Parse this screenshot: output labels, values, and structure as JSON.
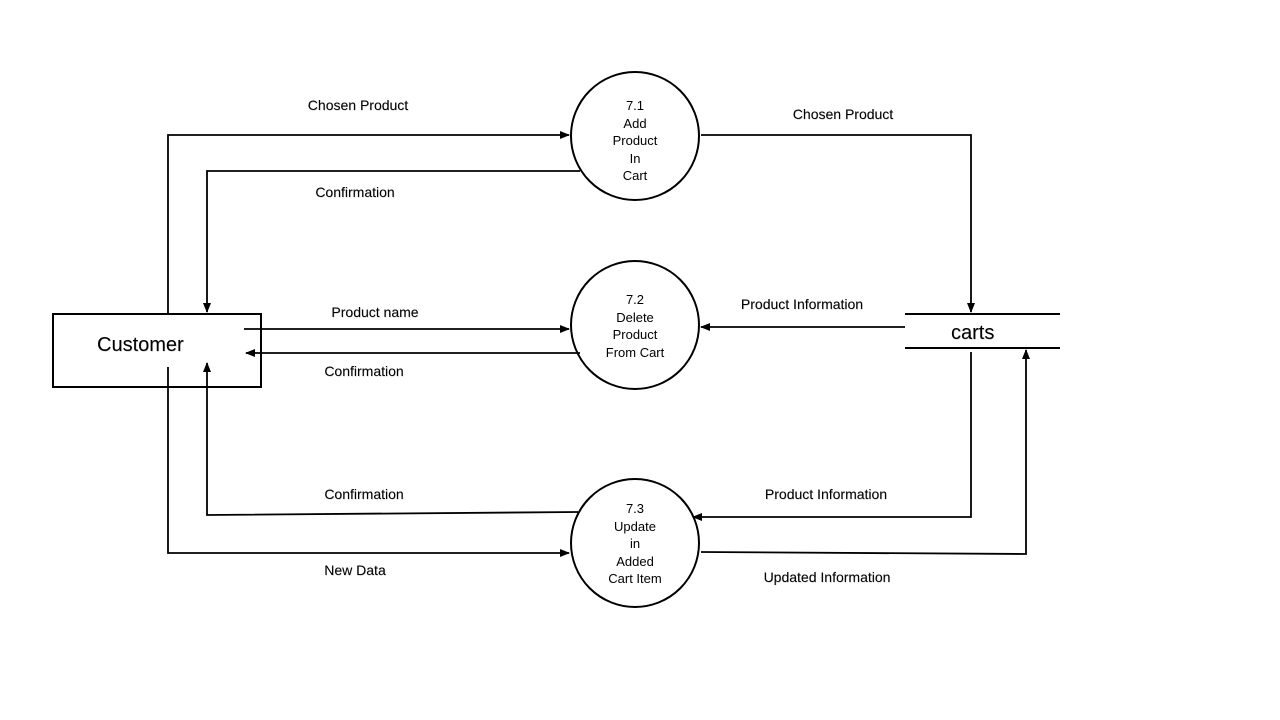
{
  "entity": {
    "name": "Customer"
  },
  "datastore": {
    "name": "carts"
  },
  "processes": [
    {
      "id": "7.1",
      "lines": [
        "Add",
        "Product",
        "In",
        "Cart"
      ]
    },
    {
      "id": "7.2",
      "lines": [
        "Delete",
        "Product",
        "From Cart"
      ]
    },
    {
      "id": "7.3",
      "lines": [
        "Update",
        "in",
        "Added",
        "Cart Item"
      ]
    }
  ],
  "flows": {
    "chosen_product_in": "Chosen Product",
    "confirmation_1": "Confirmation",
    "chosen_product_out": "Chosen Product",
    "product_name": "Product name",
    "confirmation_2": "Confirmation",
    "product_information_2": "Product Information",
    "confirmation_3": "Confirmation",
    "new_data": "New Data",
    "product_information_3": "Product Information",
    "updated_information": "Updated Information"
  }
}
